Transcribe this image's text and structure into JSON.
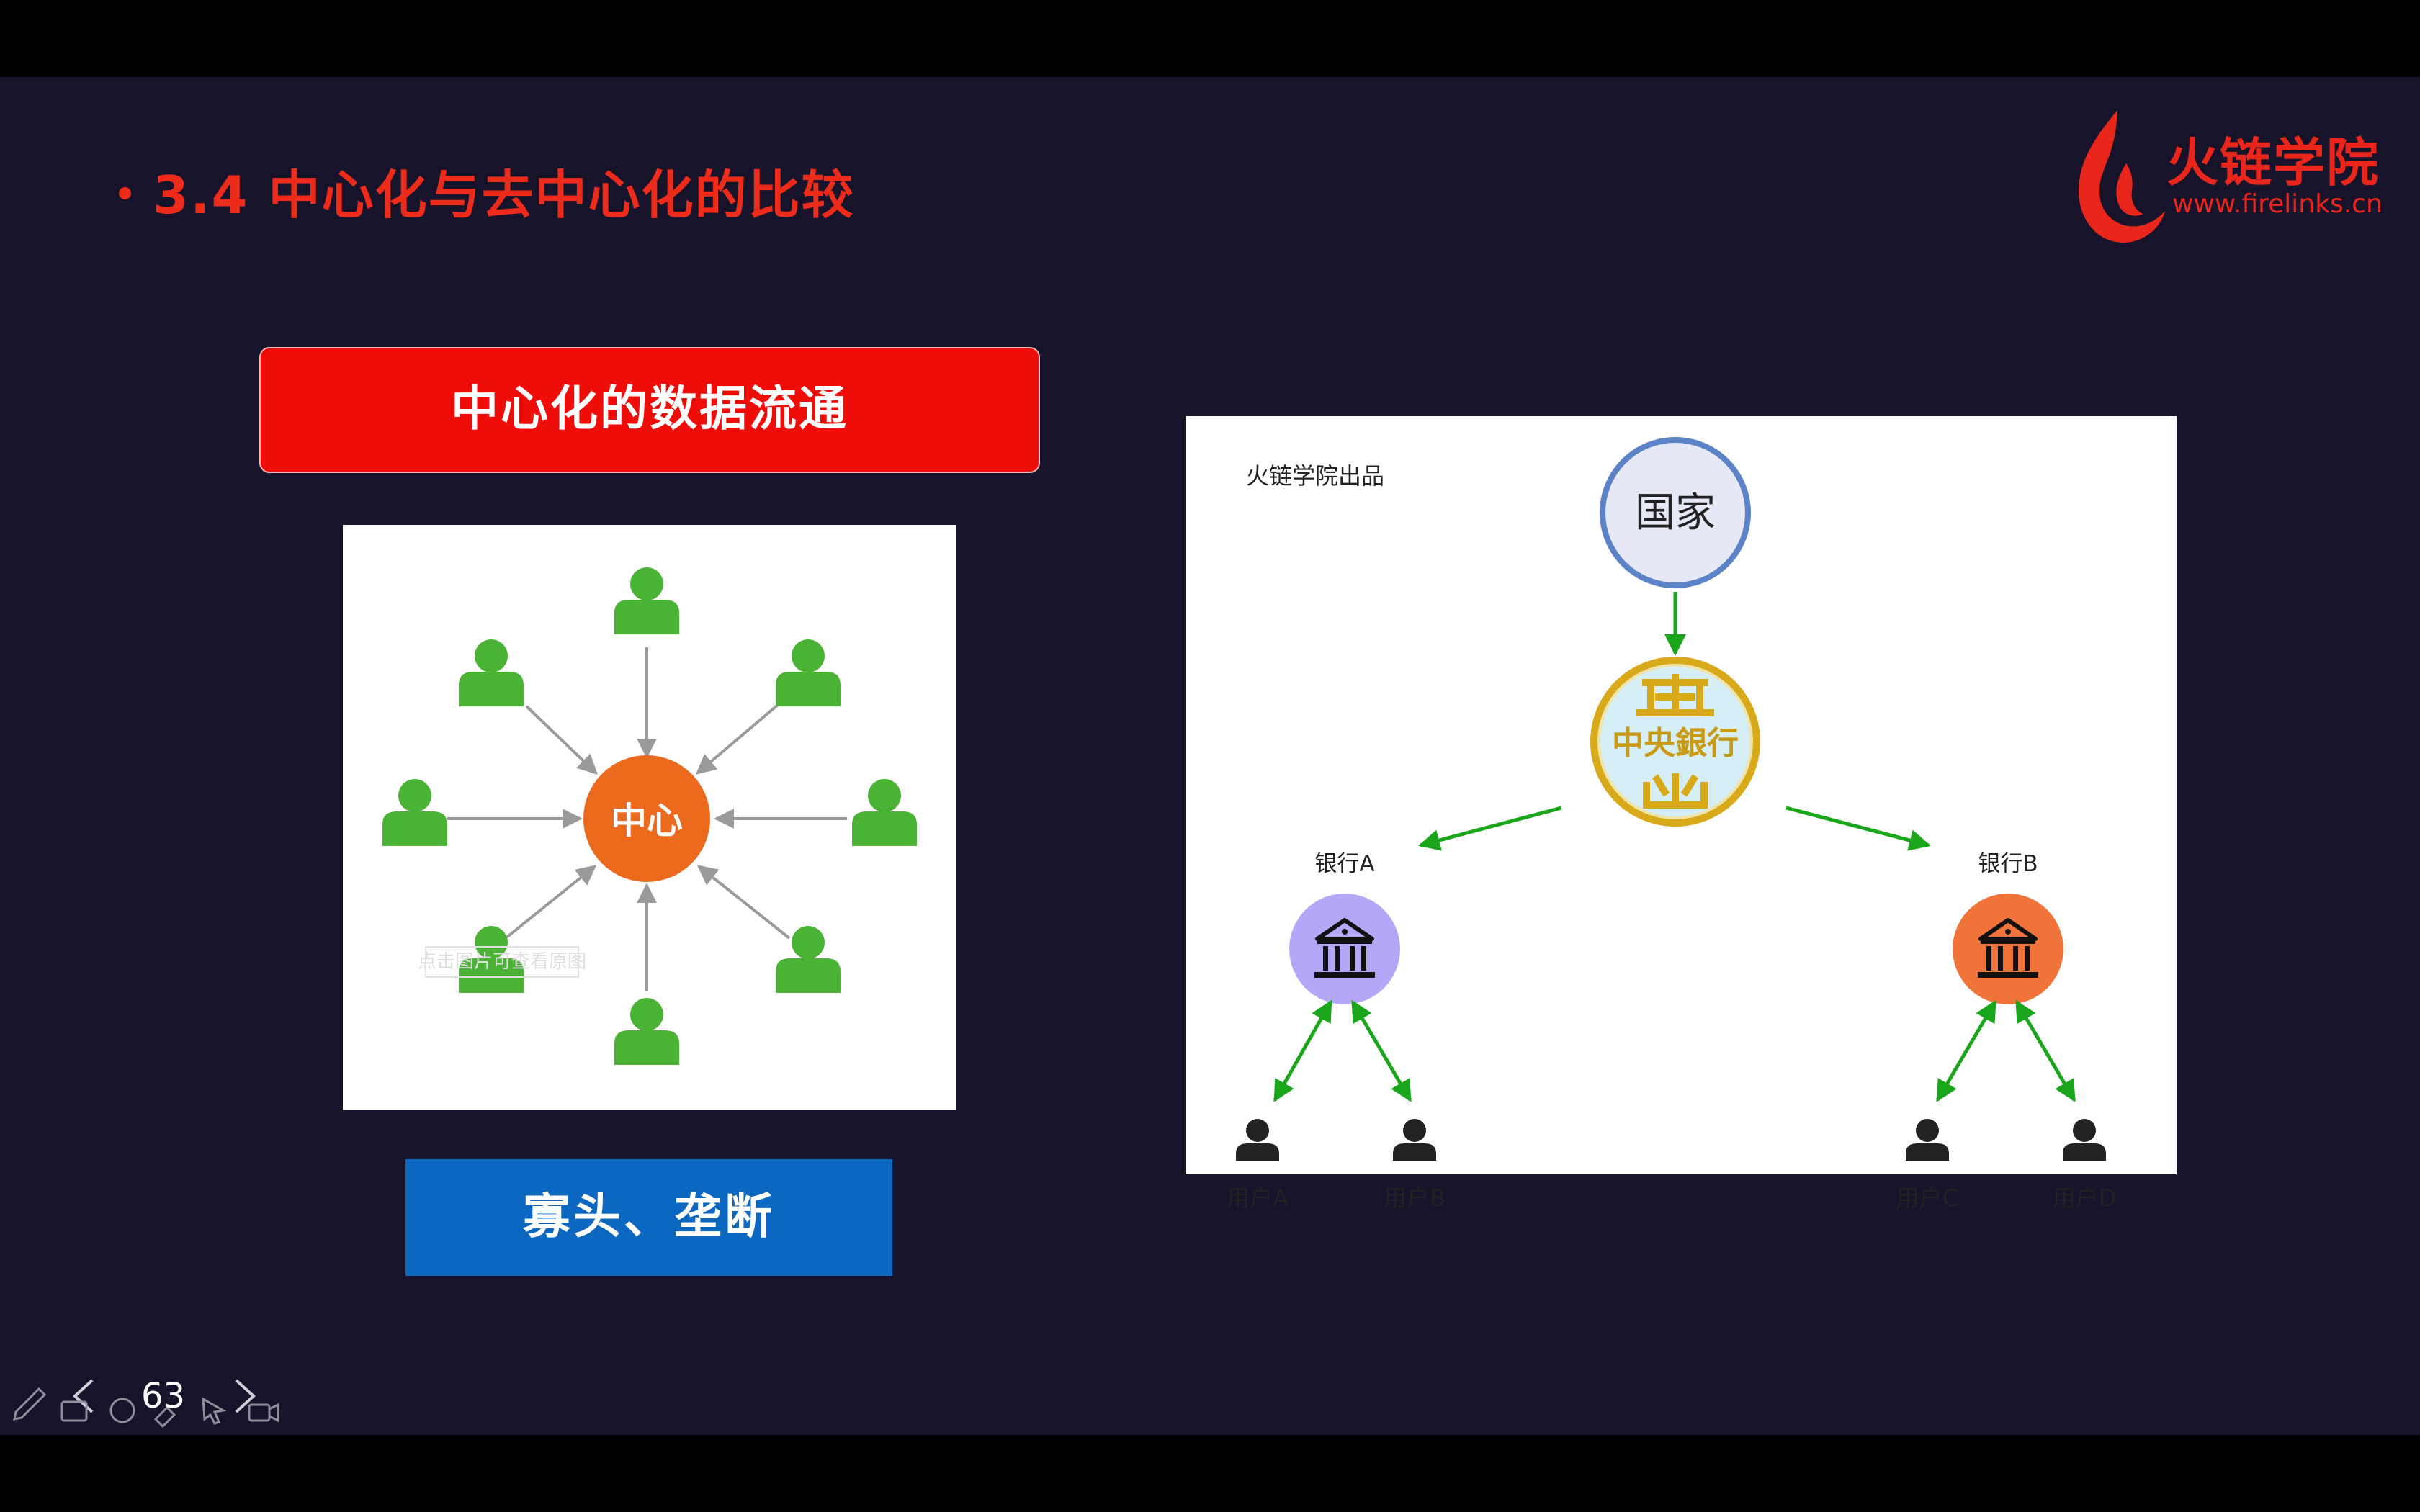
{
  "slide": {
    "title": "3.4 中心化与去中心化的比较",
    "red_banner": "中心化的数据流通",
    "blue_banner": "寡头、垄断",
    "page_number": "63"
  },
  "logo": {
    "name": "火链学院",
    "url": "www.firelinks.cn"
  },
  "star_diagram": {
    "center_label": "中心",
    "watermark": "点击图片可查看原图"
  },
  "bank_diagram": {
    "watermark": "火链学院出品",
    "nation": "国家",
    "central_bank": "中央銀行",
    "bank_a": "银行A",
    "bank_b": "银行B",
    "users": [
      "用户A",
      "用户B",
      "用户C",
      "用户D"
    ]
  },
  "colors": {
    "background": "#16132a",
    "title": "#ec2b1b",
    "red_banner": "#ef0d0a",
    "blue_banner": "#0c67c1",
    "person_green": "#4ab335",
    "center_orange": "#ec6a1e",
    "bank_a_purple": "#b5a6f7",
    "bank_b_orange": "#f0733a",
    "arrow_green": "#1aa61a"
  },
  "toolbar": {
    "icons": [
      "pen-icon",
      "prev-slide-icon",
      "palette-icon",
      "next-slide-icon",
      "pointer-icon",
      "camera-icon"
    ]
  }
}
